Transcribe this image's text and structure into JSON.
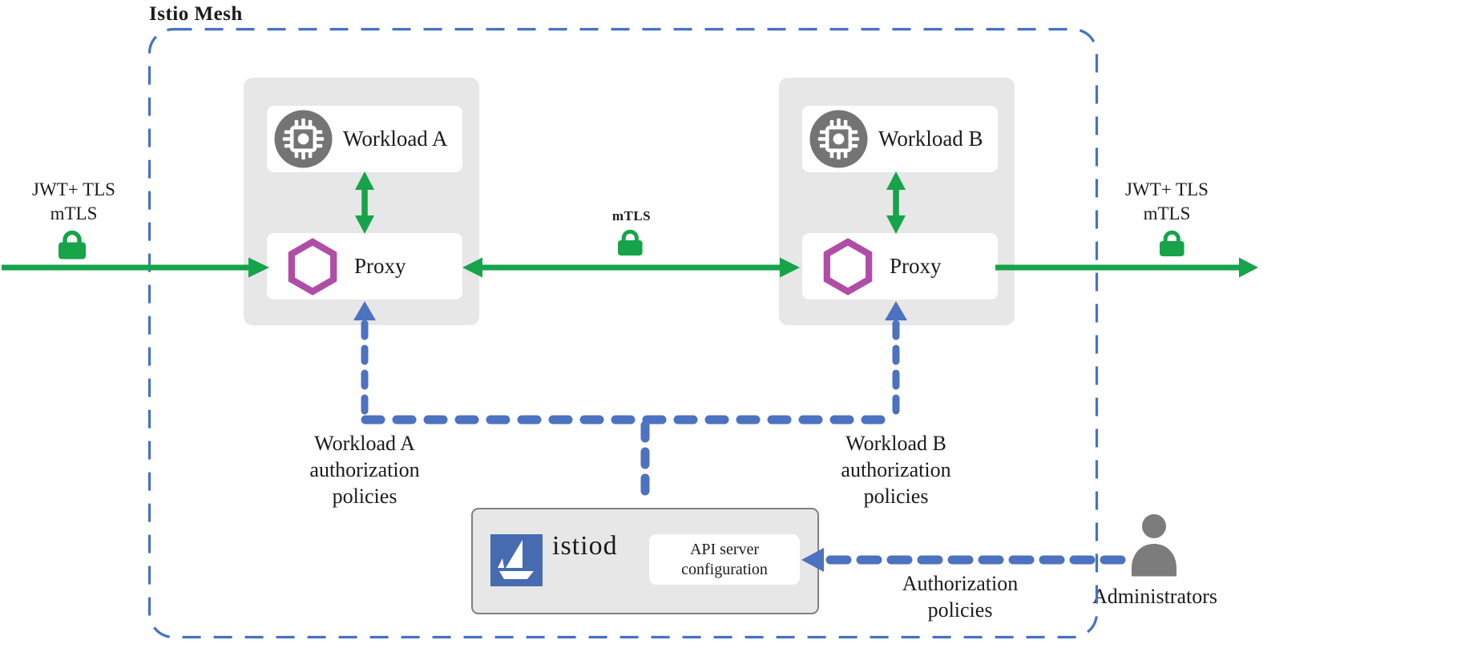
{
  "title": "Istio Mesh",
  "colors": {
    "arrow_green": "#16a34a",
    "mesh_border_blue": "#4472c4",
    "policy_dash_blue": "#4c72c0",
    "istio_logo_blue": "#466bb0",
    "proxy_hexagon_purple": "#b04da6",
    "container_gray": "#e7e7e7",
    "icon_gray": "#747474"
  },
  "mesh": {
    "workload_a": {
      "label": "Workload A",
      "proxy": "Proxy"
    },
    "workload_b": {
      "label": "Workload B",
      "proxy": "Proxy"
    },
    "istiod": {
      "label": "istiod",
      "api_config": "API server configuration"
    }
  },
  "labels": {
    "left_ingress": {
      "line1": "JWT+ TLS",
      "line2": "mTLS"
    },
    "right_egress": {
      "line1": "JWT+ TLS",
      "line2": "mTLS"
    },
    "mtls_center": "mTLS",
    "workload_a_policies": "Workload A authorization policies",
    "workload_b_policies": "Workload B authorization policies",
    "authorization_policies": "Authorization policies",
    "administrators": "Administrators"
  }
}
